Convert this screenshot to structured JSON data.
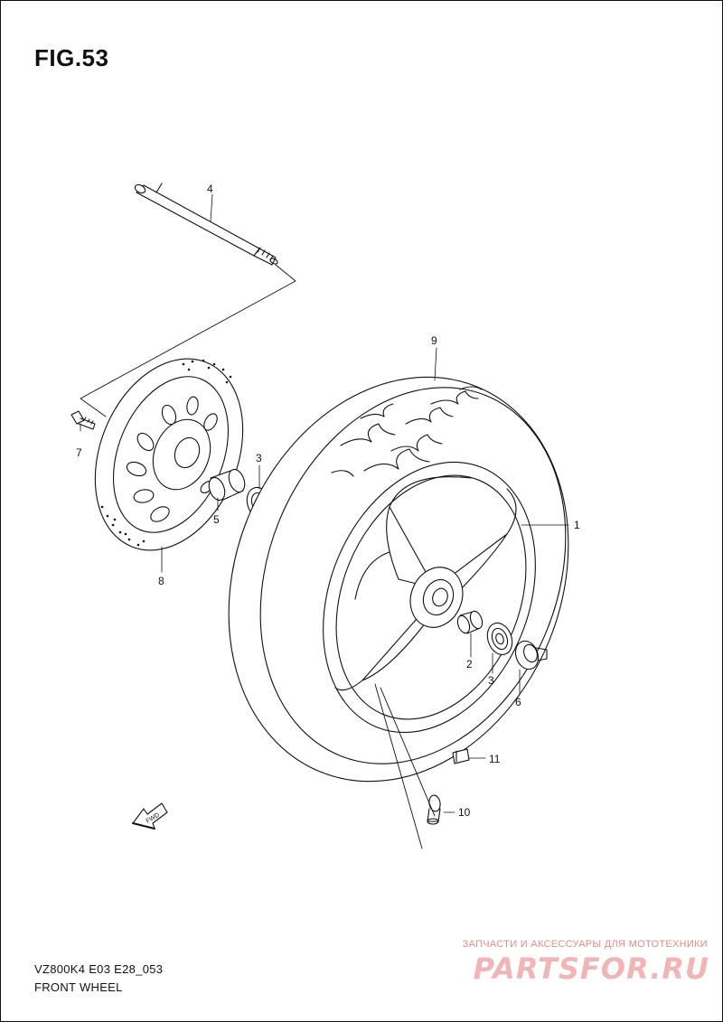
{
  "figure": {
    "title": "FIG.53"
  },
  "callouts": [
    {
      "id": "c1",
      "label": "1"
    },
    {
      "id": "c2",
      "label": "2"
    },
    {
      "id": "c3a",
      "label": "3"
    },
    {
      "id": "c3b",
      "label": "3"
    },
    {
      "id": "c4",
      "label": "4"
    },
    {
      "id": "c5",
      "label": "5"
    },
    {
      "id": "c6",
      "label": "6"
    },
    {
      "id": "c7",
      "label": "7"
    },
    {
      "id": "c8",
      "label": "8"
    },
    {
      "id": "c9",
      "label": "9"
    },
    {
      "id": "c10",
      "label": "10"
    },
    {
      "id": "c11",
      "label": "11"
    }
  ],
  "direction_badge": "FWD",
  "footer": {
    "model_code": "VZ800K4 E03 E28_053",
    "section_name": "FRONT WHEEL"
  },
  "watermark": {
    "tagline": "ЗАПЧАСТИ И АКСЕССУАРЫ ДЛЯ МОТОТЕХНИКИ",
    "logo_text": "PARTSFOR.RU"
  },
  "colors": {
    "line": "#111111",
    "watermark": "#f2b5b5",
    "watermark_text": "#e58a8a"
  }
}
